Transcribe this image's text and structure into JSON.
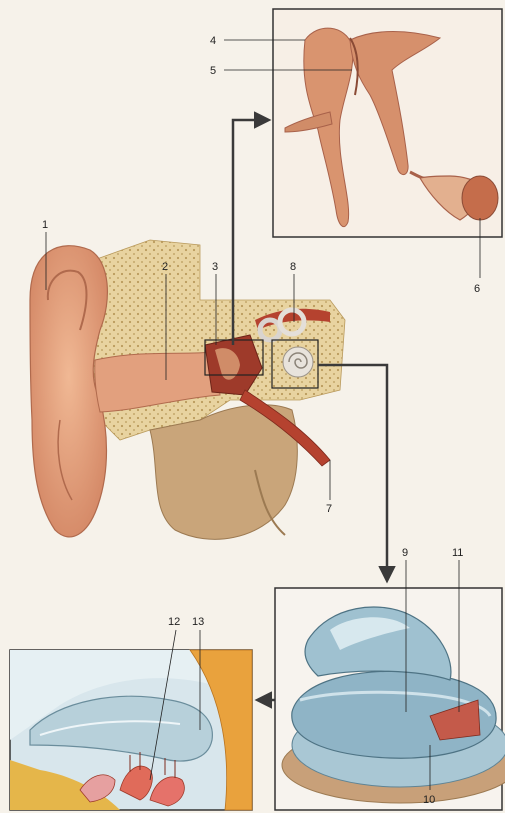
{
  "labels": {
    "l1": "1",
    "l2": "2",
    "l3": "3",
    "l4": "4",
    "l5": "5",
    "l6": "6",
    "l7": "7",
    "l8": "8",
    "l9": "9",
    "l10": "10",
    "l11": "11",
    "l12": "12",
    "l13": "13"
  },
  "colors": {
    "skin": "#e9a77f",
    "skin_dark": "#c97a5a",
    "bone": "#e8d3a0",
    "bone_dot": "#b99a5c",
    "tissue": "#c9a57a",
    "ossicle": "#d08c68",
    "artery": "#b5422f",
    "cochlea": "#8fb4c6",
    "cochlea_light": "#cfe2ea",
    "cochlea_base": "#c8a079",
    "frame": "#333333",
    "arrow": "#3a3a3a"
  }
}
